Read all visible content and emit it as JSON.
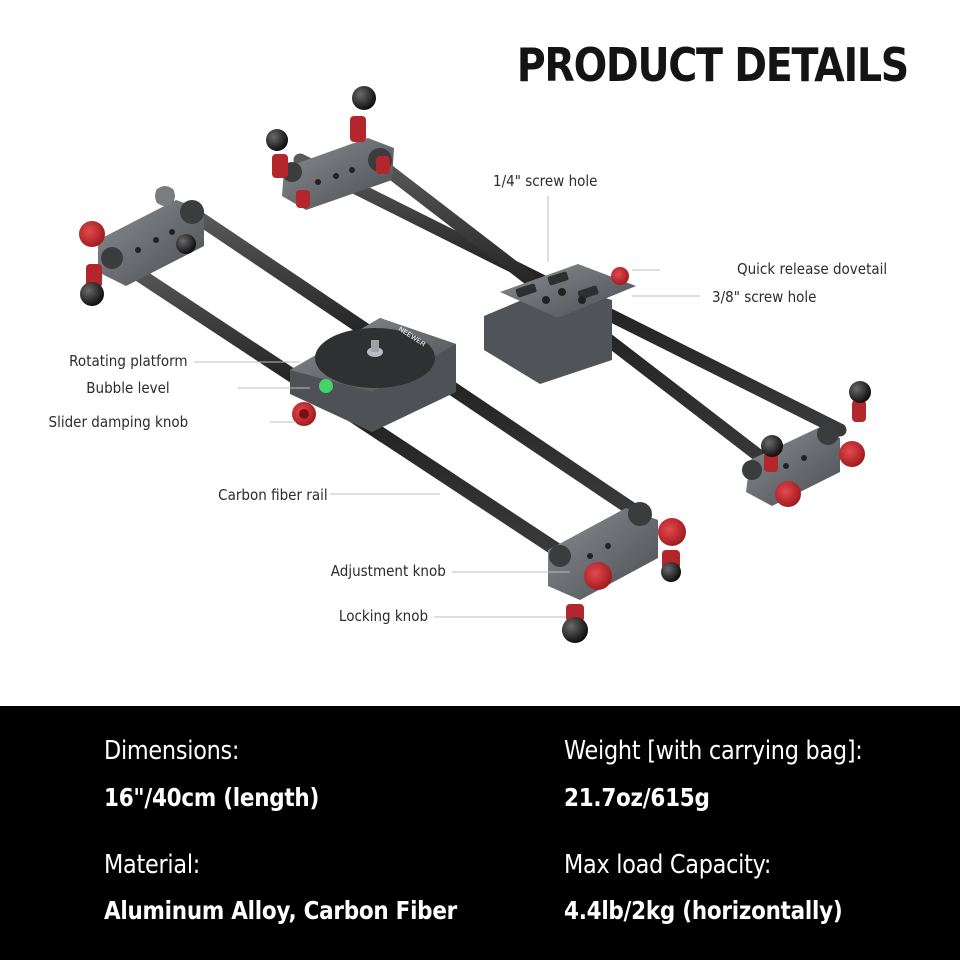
{
  "title": "PRODUCT DETAILS",
  "product": {
    "brand_label": "NEEWER",
    "callouts": {
      "screw_hole_quarter": "1/4\" screw hole",
      "quick_release": "Quick release dovetail",
      "screw_hole_three_eighths": "3/8\" screw hole",
      "rotating_platform": "Rotating platform",
      "bubble_level": "Bubble level",
      "damping_knob": "Slider damping knob",
      "carbon_rail": "Carbon fiber rail",
      "adjustment_knob": "Adjustment knob",
      "locking_knob": "Locking knob"
    }
  },
  "specs": {
    "dimensions": {
      "label": "Dimensions:",
      "value": "16\"/40cm (length)"
    },
    "weight": {
      "label": "Weight [with carrying bag]:",
      "value": "21.7oz/615g"
    },
    "material": {
      "label": "Material:",
      "value": "Aluminum Alloy, Carbon Fiber"
    },
    "max_load": {
      "label": "Max load Capacity:",
      "value": "4.4lb/2kg (horizontally)"
    }
  },
  "colors": {
    "background": "#ffffff",
    "panel": "#000000",
    "accent_red": "#c8242a",
    "alloy_gray": "#55585c",
    "carbon_dark": "#2a2a2a"
  }
}
